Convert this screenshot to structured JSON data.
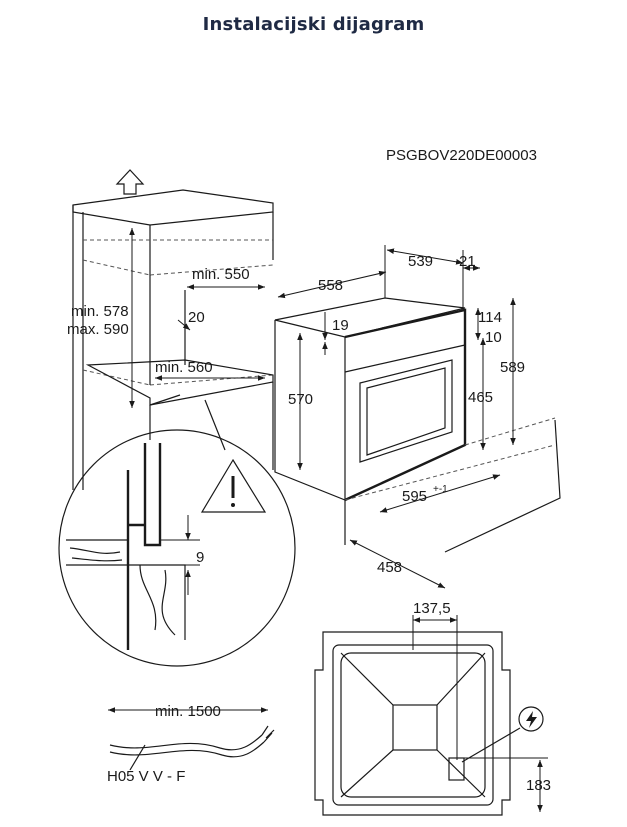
{
  "title": "Instalacijski dijagram",
  "code": "PSGBOV220DE00003",
  "labels": {
    "niche_height_min": "min. 578",
    "niche_height_max": "max. 590",
    "niche_depth_top": "min. 550",
    "gap_20": "20",
    "niche_depth_bottom": "min. 560",
    "clearance_9": "9",
    "oven_depth": "558",
    "oven_depth_body": "539",
    "panel_21": "21",
    "dim_19": "19",
    "front_height": "570",
    "dim_114": "114",
    "dim_10": "10",
    "dim_465": "465",
    "dim_589": "589",
    "oven_width": "595",
    "oven_width_tol": "+-1",
    "door_depth": "458",
    "dim_137": "137,5",
    "dim_183": "183",
    "cable_length": "min. 1500",
    "cable_type": "H05 V V - F"
  },
  "icons": [
    "warning-triangle-icon",
    "electric-plug-icon",
    "up-arrow-icon"
  ]
}
